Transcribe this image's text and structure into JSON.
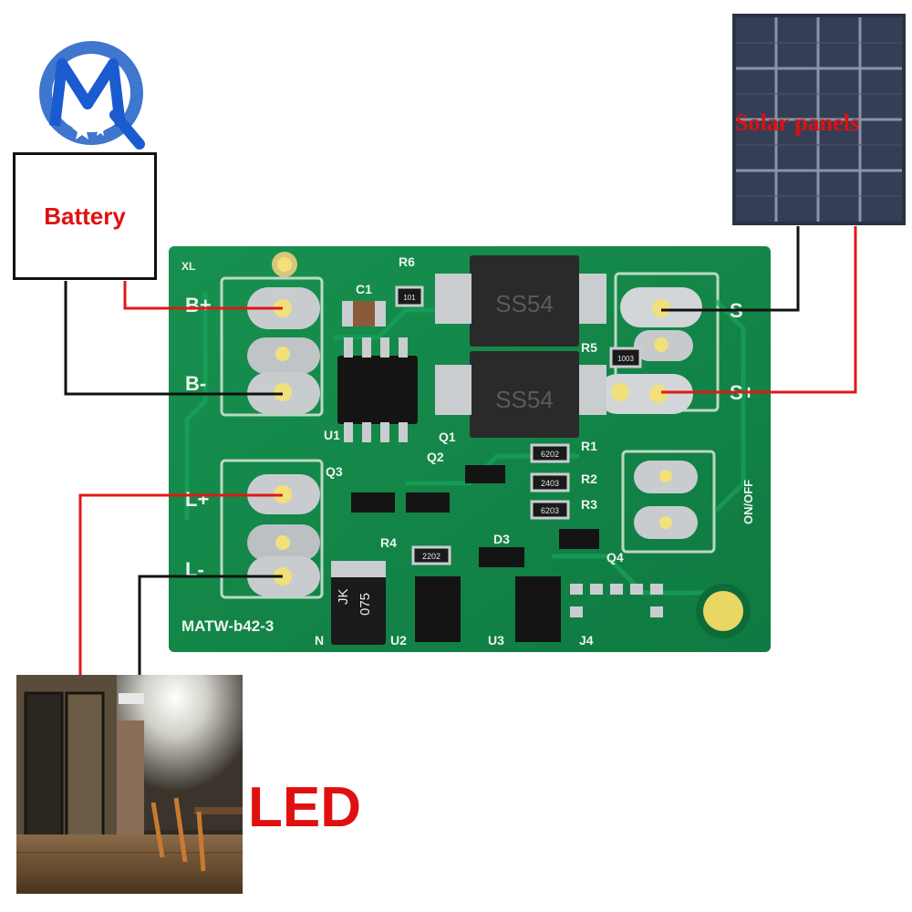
{
  "labels": {
    "battery": "Battery",
    "solar": "Solar panels",
    "led": "LED"
  },
  "board": {
    "model": "MATW-b42-3",
    "silkscreen": {
      "xl": "XL",
      "b_plus": "B+",
      "b_minus": "B-",
      "l_plus": "L+",
      "l_minus": "L-",
      "s_top": "S",
      "s_plus": "S+",
      "on_off": "ON/OFF",
      "c1": "C1",
      "r6": "R6",
      "r5": "R5",
      "r1": "R1",
      "r2": "R2",
      "r3": "R3",
      "r4": "R4",
      "u1": "U1",
      "u2": "U2",
      "u3": "U3",
      "j4": "J4",
      "q1": "Q1",
      "q2": "Q2",
      "q3": "Q3",
      "q4": "Q4",
      "d3": "D3",
      "n": "N"
    },
    "components": {
      "diode_top": "SS54",
      "diode_bottom": "SS54",
      "inductor_line1": "JK",
      "inductor_line2": "075",
      "r6_code": "101",
      "r5_code": "1003",
      "r1_code": "6202",
      "r2_code": "2403",
      "r3_code": "6203",
      "r4_code": "2202"
    }
  },
  "colors": {
    "pcb_green": "#13804a",
    "wire_red": "#e01818",
    "wire_black": "#111111",
    "label_red": "#e01010"
  }
}
